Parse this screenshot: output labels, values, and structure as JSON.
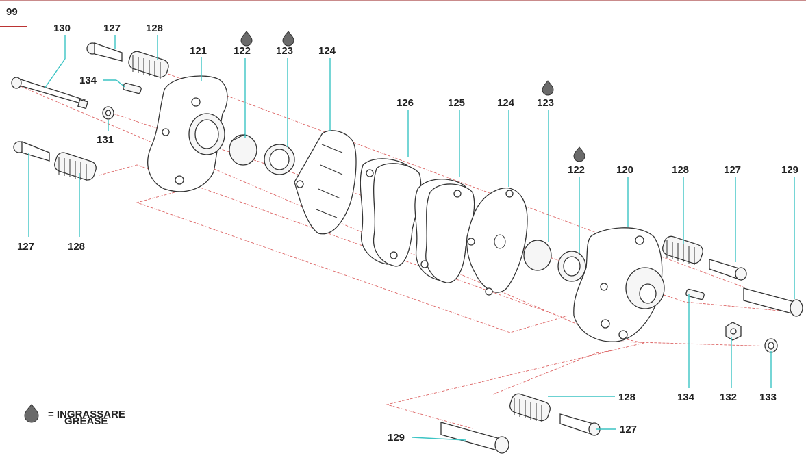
{
  "page_number": "99",
  "legend": {
    "line1": "= INGRASSARE",
    "line2": "GREASE",
    "icon": "grease-drop-icon"
  },
  "labels": {
    "l130": "130",
    "l127a": "127",
    "l128a": "128",
    "l121": "121",
    "l122a": "122",
    "l123a": "123",
    "l124a": "124",
    "l134a": "134",
    "l131": "131",
    "l127b": "127",
    "l128b": "128",
    "l126": "126",
    "l125": "125",
    "l124b": "124",
    "l123b": "123",
    "l122b": "122",
    "l120": "120",
    "l128c": "128",
    "l127c": "127",
    "l129a": "129",
    "l128d": "128",
    "l134b": "134",
    "l132": "132",
    "l133": "133",
    "l127d": "127",
    "l129b": "129"
  }
}
